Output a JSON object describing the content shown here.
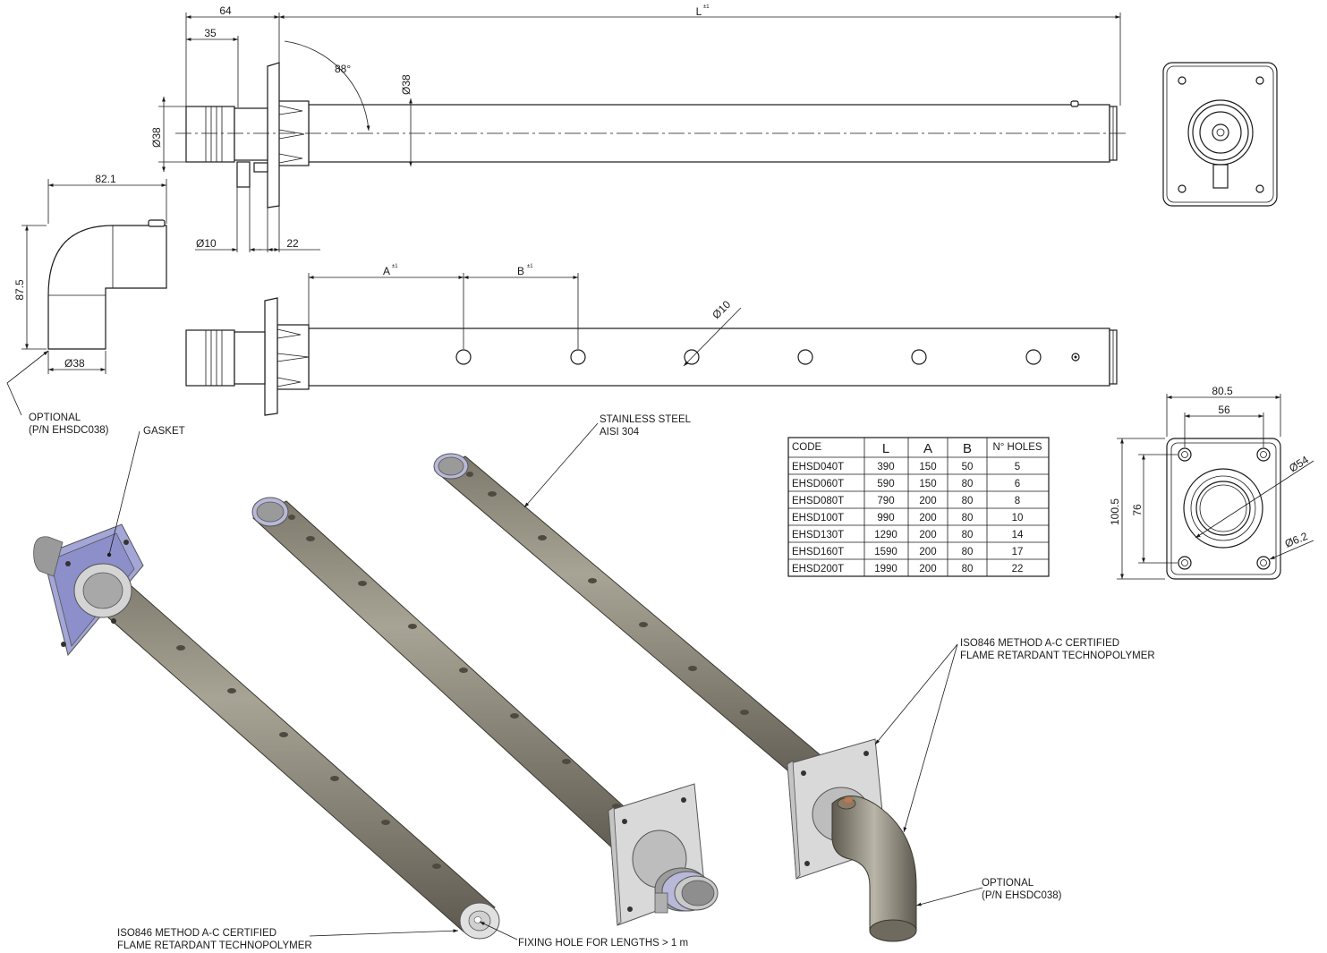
{
  "dimensions": {
    "d64": "64",
    "L": "L",
    "tol": "±1",
    "d35": "35",
    "angle": "88°",
    "dia38_top": "38",
    "dia38_left": "38",
    "dia10_top": "10",
    "d22": "22",
    "d82_1": "82.1",
    "d87_5": "87.5",
    "dia38_elbow": "38",
    "A": "A",
    "B": "B",
    "dia10_holes": "10",
    "d80_5": "80.5",
    "d56": "56",
    "d100_5": "100.5",
    "d76": "76",
    "dia54": "54",
    "dia6_2": "6.2",
    "dia_symbol": "Ø"
  },
  "labels": {
    "optional_top_1": "OPTIONAL",
    "optional_top_2": "(P/N EHSDC038)",
    "gasket": "GASKET",
    "steel_1": "STAINLESS STEEL",
    "steel_2": "AISI 304",
    "iso_right_1": "ISO846 METHOD A-C CERTIFIED",
    "iso_right_2": "FLAME RETARDANT TECHNOPOLYMER",
    "iso_bottom_1": "ISO846 METHOD A-C CERTIFIED",
    "iso_bottom_2": "FLAME RETARDANT TECHNOPOLYMER",
    "fixing": "FIXING HOLE FOR LENGTHS > 1 m",
    "optional_bottom_1": "OPTIONAL",
    "optional_bottom_2": "(P/N EHSDC038)"
  },
  "table": {
    "headers": [
      "CODE",
      "L",
      "A",
      "B",
      "N° HOLES"
    ],
    "rows": [
      [
        "EHSD040T",
        "390",
        "150",
        "50",
        "5"
      ],
      [
        "EHSD060T",
        "590",
        "150",
        "80",
        "6"
      ],
      [
        "EHSD080T",
        "790",
        "200",
        "80",
        "8"
      ],
      [
        "EHSD100T",
        "990",
        "200",
        "80",
        "10"
      ],
      [
        "EHSD130T",
        "1290",
        "200",
        "80",
        "14"
      ],
      [
        "EHSD160T",
        "1590",
        "200",
        "80",
        "17"
      ],
      [
        "EHSD200T",
        "1990",
        "200",
        "80",
        "22"
      ]
    ]
  },
  "colors": {
    "line": "#1a1a1a",
    "tube": "#8f8a7c",
    "tube_dark": "#6e6a5e",
    "gasket": "#8c8fc9",
    "plate": "#d9d9d9",
    "ring": "#b8b8d8"
  }
}
